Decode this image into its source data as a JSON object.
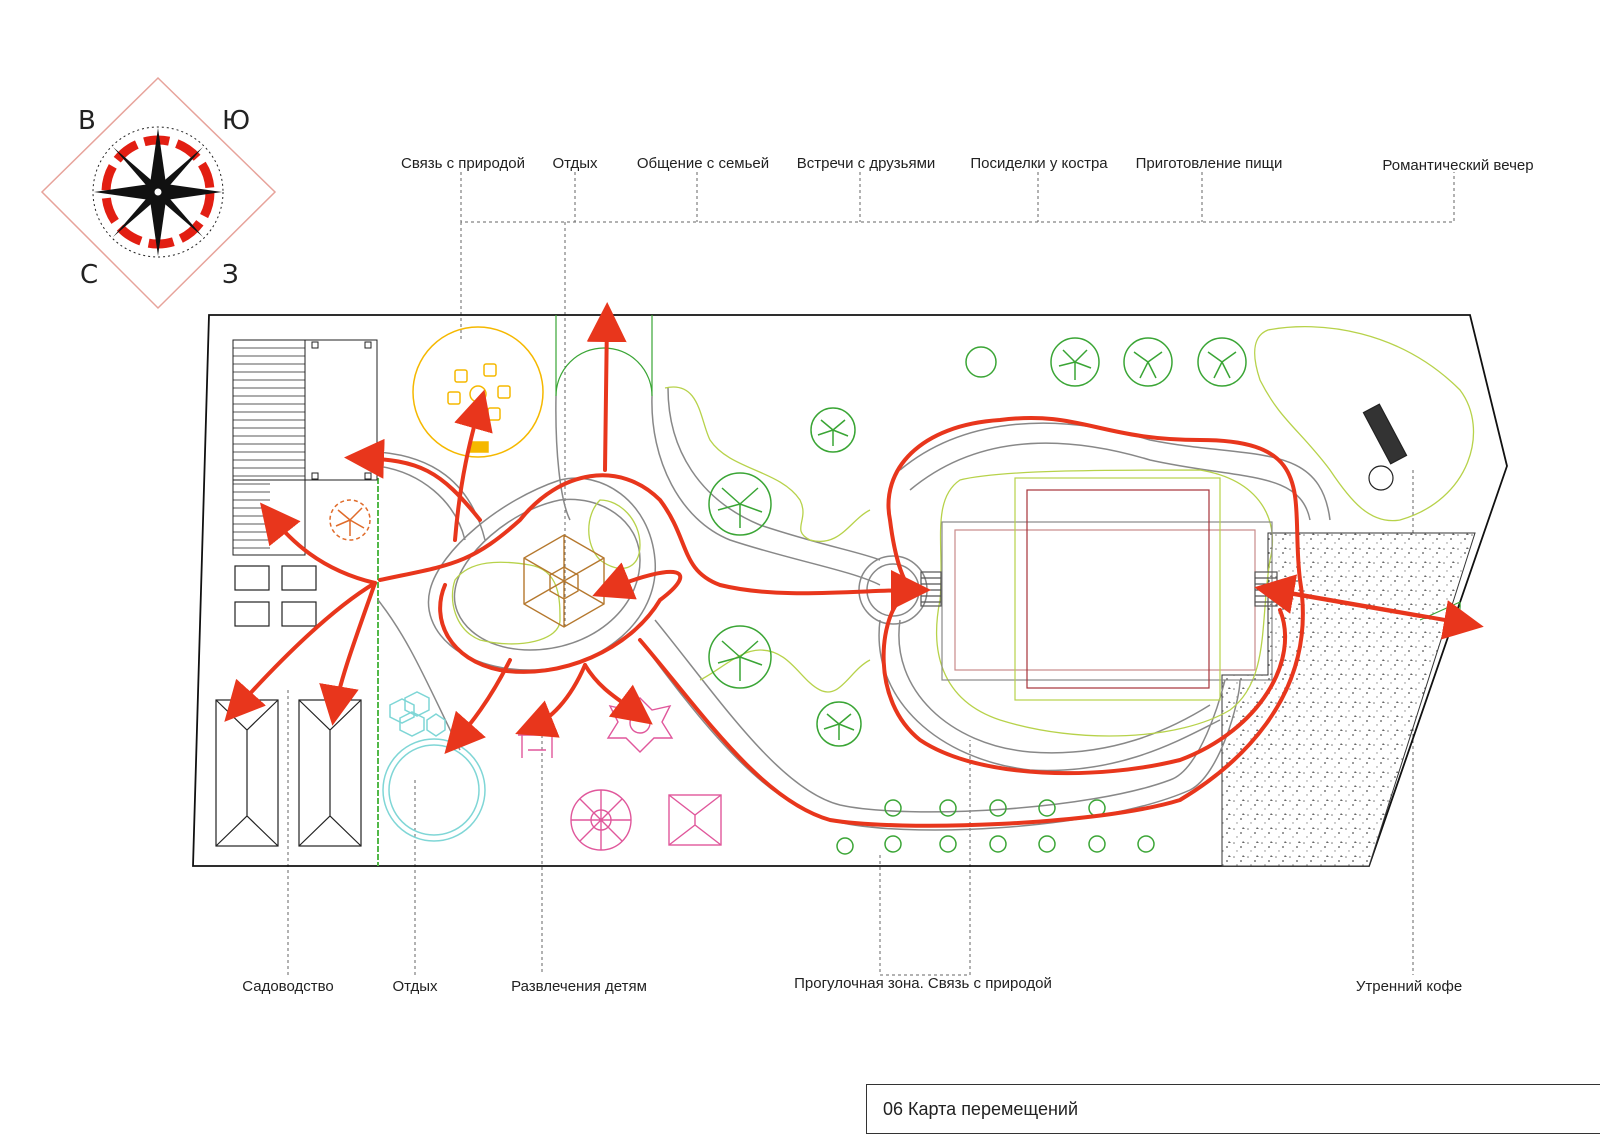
{
  "title": "06 Карта перемещений",
  "compass": {
    "north": "В",
    "east": "Ю",
    "south": "З",
    "west": "С"
  },
  "activities_top": [
    "Связь с природой",
    "Отдых",
    "Общение с семьей",
    "Встречи с друзьями",
    "Посиделки у костра",
    "Приготовление пищи",
    "Романтический вечер"
  ],
  "activities_bottom": [
    "Садоводство",
    "Отдых",
    "Развлечения детям",
    "Прогулочная зона. Связь с природой",
    "Утренний кофе"
  ],
  "colors": {
    "movement_arrows": "#e8361c",
    "paths": "#888888",
    "lawn_outline": "#b7d24a",
    "trees": "#3aa535",
    "fire_zone": "#f5b800",
    "pool": "#7fd6d6",
    "kids_zone": "#e0579b",
    "gazebo": "#b5782e",
    "shrub": "#e06b2a",
    "gravel": "#9a9a9a"
  }
}
